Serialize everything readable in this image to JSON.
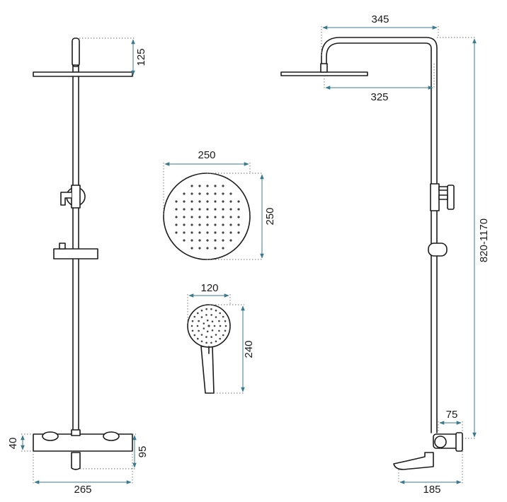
{
  "dimensions": {
    "column_top_height": "125",
    "arm_length_outer": "345",
    "arm_length_inner": "325",
    "overhead_diameter_width": "250",
    "overhead_diameter_height": "250",
    "hand_shower_width": "120",
    "hand_shower_length": "240",
    "column_height_range": "820-1170",
    "spout_offset": "75",
    "mixer_height": "40",
    "mixer_total_height": "95",
    "mixer_width": "265",
    "spout_projection": "185"
  },
  "colors": {
    "outline": "#1c1c1c",
    "dimension_line": "#3a7a8c",
    "extension_line": "#6f6f6f"
  }
}
